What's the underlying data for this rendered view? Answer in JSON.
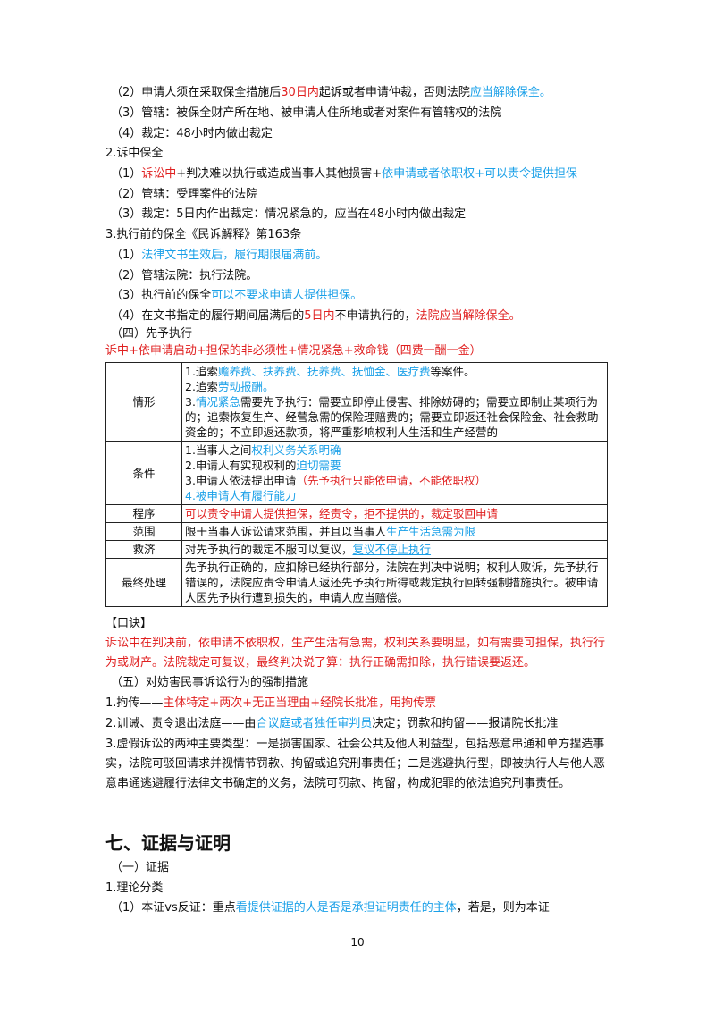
{
  "l1": {
    "a": "（2）申请人须在采取保全措施后",
    "b": "30日内",
    "c": "起诉或者申请仲裁，否则法院",
    "d": "应当解除保全。"
  },
  "l2": "（3）管辖：被保全财产所在地、被申请人住所地或者对案件有管辖权的法院",
  "l3": "（4）裁定：48小时内做出裁定",
  "l4": "2.诉中保全",
  "l5": {
    "a": "（1）",
    "b": "诉讼中",
    "c": "+判决难以执行或造成当事人其他损害+",
    "d": "依申请或者依职权+可以责令提供担保"
  },
  "l6": "（2）管辖：受理案件的法院",
  "l7": "（3）裁定：5日内作出裁定：情况紧急的，应当在48小时内做出裁定",
  "l8": "3.执行前的保全《民诉解释》第163条",
  "l9": {
    "a": "（1）",
    "b": "法律文书生效后，履行期限届满前。"
  },
  "l10": "（2）管辖法院：执行法院。",
  "l11": {
    "a": "（3）执行前的保全",
    "b": "可以不要求申请人提供担保。"
  },
  "l12": {
    "a": "（4）在文书指定的履行期间届满后的",
    "b": "5日内",
    "c": "不申请执行的，",
    "d": "法院应当解除保全。"
  },
  "l13": "（四）先予执行",
  "l14": "诉中+依申请启动+担保的非必须性+情况紧急+救命钱（四费一酬一金）",
  "table": {
    "r1": {
      "h": "情形",
      "a1": "1.追索",
      "a2": "赡养费、扶养费、抚养费、抚恤金、医疗费",
      "a3": "等案件。",
      "b1": "2.追索",
      "b2": "劳动报酬。",
      "c1": "3.",
      "c2": "情况紧急",
      "c3": "需要先予执行：需要立即停止侵害、排除妨碍的；需要立即制止某项行为的；追索恢复生产、经营急需的保险理赔费的；需要立即返还社会保险金、社会救助资金的；不立即返还款项，将严重影响权利人生活和生产经营的"
    },
    "r2": {
      "h": "条件",
      "a1": "1.当事人之间",
      "a2": "权利义务关系明确",
      "b1": "2.申请人有实现权利的",
      "b2": "迫切需要",
      "c1": "3.申请人依法提出申请",
      "c2": "（先予执行只能依申请，不能依职权）",
      "d": "4.被申请人有履行能力"
    },
    "r3": {
      "h": "程序",
      "a": "可以责令申请人提供担保，经责令，拒不提供的，裁定驳回申请"
    },
    "r4": {
      "h": "范围",
      "a": "限于当事人诉讼请求范围，并且以当事人",
      "b": "生产生活急需为限"
    },
    "r5": {
      "h": "救济",
      "a": "对先予执行的裁定不服可以复议，",
      "b": "复议不停止执行"
    },
    "r6": {
      "h": "最终处理",
      "a": "先予执行正确的，应扣除已经执行部分，法院在判决中说明；权利人败诉，先予执行错误的，法院应责令申请人返还先予执行所得或裁定执行回转强制措施执行。被申请人因先予执行遭到损失的，申请人应当赔偿。"
    }
  },
  "kj_title": "【口诀】",
  "kj_text": "诉讼中在判决前，依申请不依职权，生产生活有急需，权利关系要明显，如有需要可担保，执行行为或财产。法院裁定可复议，最终判决说了算：执行正确需扣除，执行错误要返还。",
  "p5": "（五）对妨害民事诉讼行为的强制措施",
  "p6": {
    "a": "1.拘传——",
    "b": "主体特定+两次+无正当理由+经院长批准，用拘传票"
  },
  "p7": {
    "a": "2.训诫、责令退出法庭——由",
    "b": "合议庭或者独任审判员",
    "c": "决定；罚款和拘留——报请院长批准"
  },
  "p8": "3.虚假诉讼的两种主要类型：一是损害国家、社会公共及他人利益型，包括恶意串通和单方捏造事实，法院可驳回请求并视情节罚款、拘留或追究刑事责任；二是逃避执行型，即被执行人与他人恶意串通逃避履行法律文书确定的义务，法院可罚款、拘留，构成犯罪的依法追究刑事责任。",
  "h2": "七、证据与证明",
  "e1": "（一）证据",
  "e2": "1.理论分类",
  "e3": {
    "a": "（1）本证vs反证：重点",
    "b": "看提供证据的人是否是承担证明责任的主体",
    "c": "，若是，则为本证"
  },
  "page_no": "10"
}
